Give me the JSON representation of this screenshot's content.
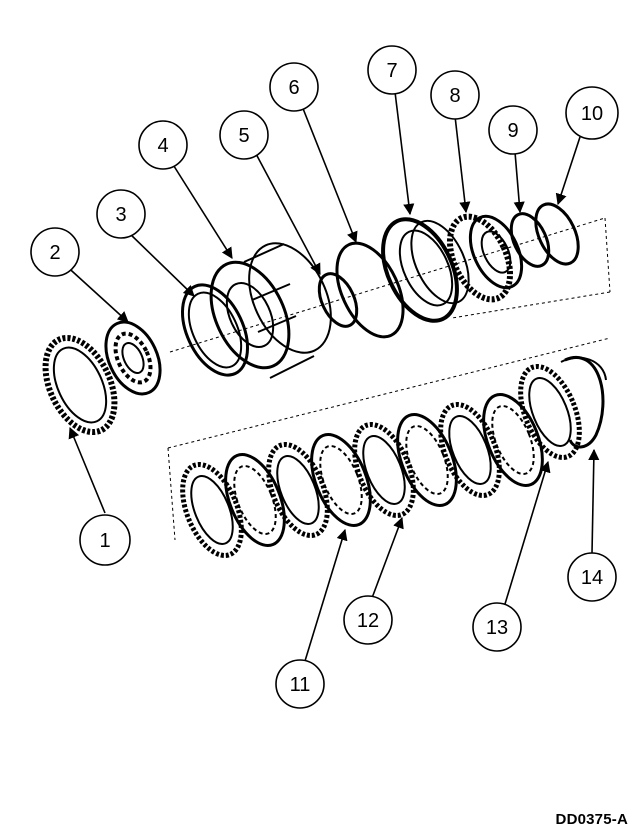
{
  "figure_code": "DD0375-A",
  "callouts": [
    {
      "label": "1"
    },
    {
      "label": "2"
    },
    {
      "label": "3"
    },
    {
      "label": "4"
    },
    {
      "label": "5"
    },
    {
      "label": "6"
    },
    {
      "label": "7"
    },
    {
      "label": "8"
    },
    {
      "label": "9"
    },
    {
      "label": "10"
    },
    {
      "label": "11"
    },
    {
      "label": "12"
    },
    {
      "label": "13"
    },
    {
      "label": "14"
    }
  ],
  "colors": {
    "ink": "#000000",
    "paper": "#ffffff"
  }
}
